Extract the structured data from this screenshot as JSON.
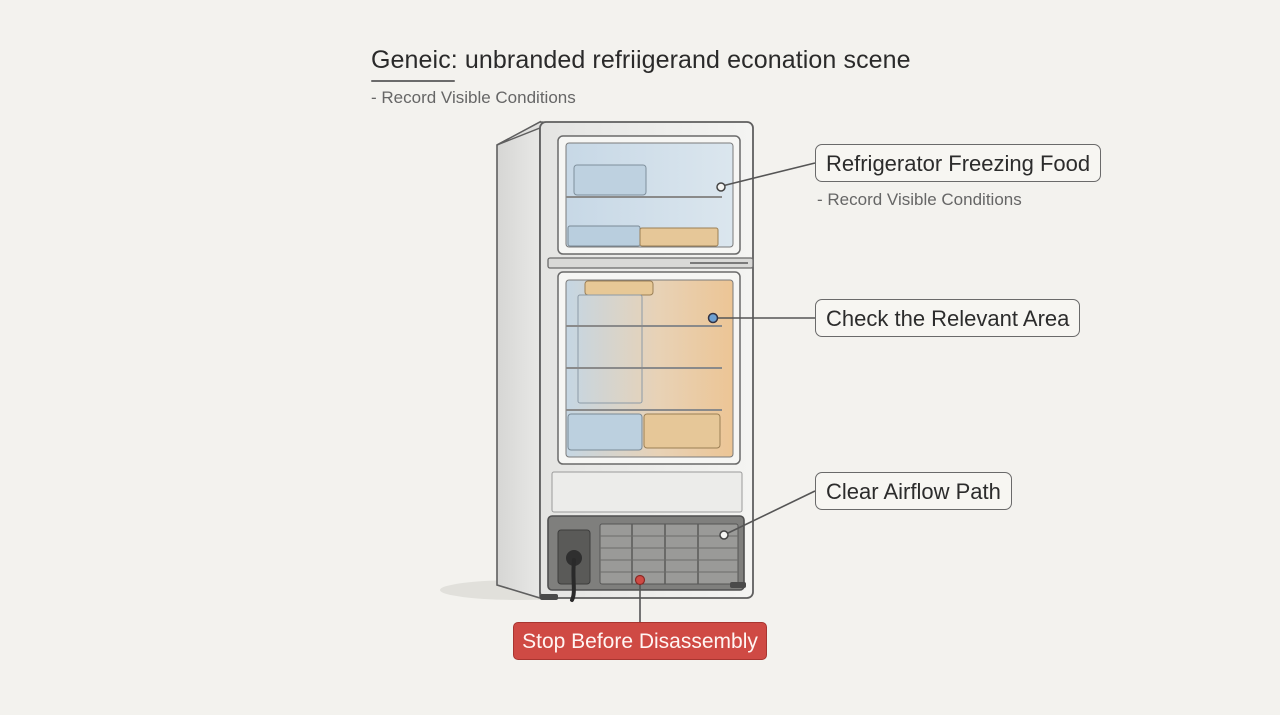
{
  "header": {
    "title": "Geneic: unbranded refriigerand econation scene",
    "subtitle": "- Record Visible Conditions"
  },
  "callouts": [
    {
      "label": "Refrigerator Freezing Food",
      "sub": "- Record Visible Conditions"
    },
    {
      "label": "Check the Relevant Area"
    },
    {
      "label": "Clear Airflow Path"
    }
  ],
  "warning": {
    "label": "Stop Before Disassembly",
    "color": "#cf4a44"
  },
  "colors": {
    "freezer_tint": "#c9dbe8",
    "fridge_tint": "#ecc99c",
    "outline": "#5f5f5f",
    "background": "#f3f2ee"
  }
}
